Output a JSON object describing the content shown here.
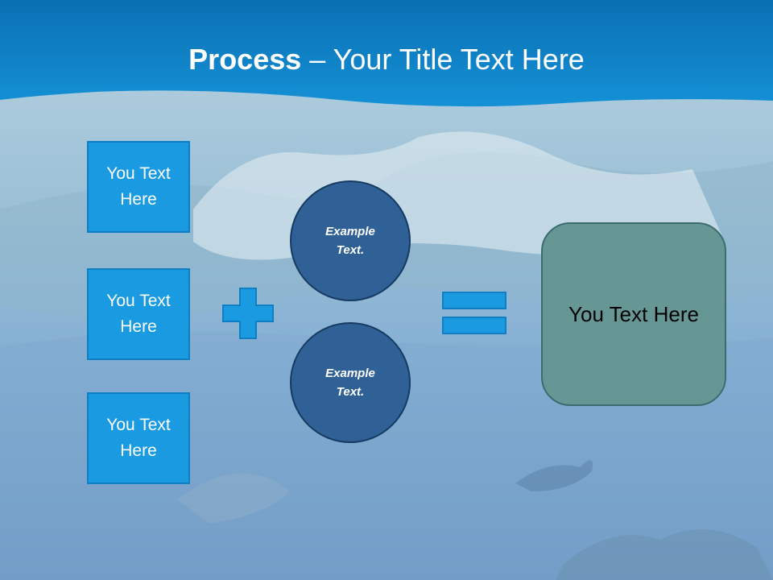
{
  "slide": {
    "title_bold": "Process",
    "title_rest": " – Your Title Text Here",
    "left_boxes": [
      {
        "label": "You Text Here"
      },
      {
        "label": "You Text Here"
      },
      {
        "label": "You Text Here"
      }
    ],
    "circles": [
      {
        "label": "Example Text."
      },
      {
        "label": "Example Text."
      }
    ],
    "result": {
      "label": "You Text Here"
    }
  },
  "colors": {
    "header_blue": "#0a78c4",
    "box_blue": "#1a9ae0",
    "circle_blue": "#2f6196",
    "result_teal": "#669795"
  },
  "icons": [
    "plus-icon",
    "equals-icon"
  ]
}
